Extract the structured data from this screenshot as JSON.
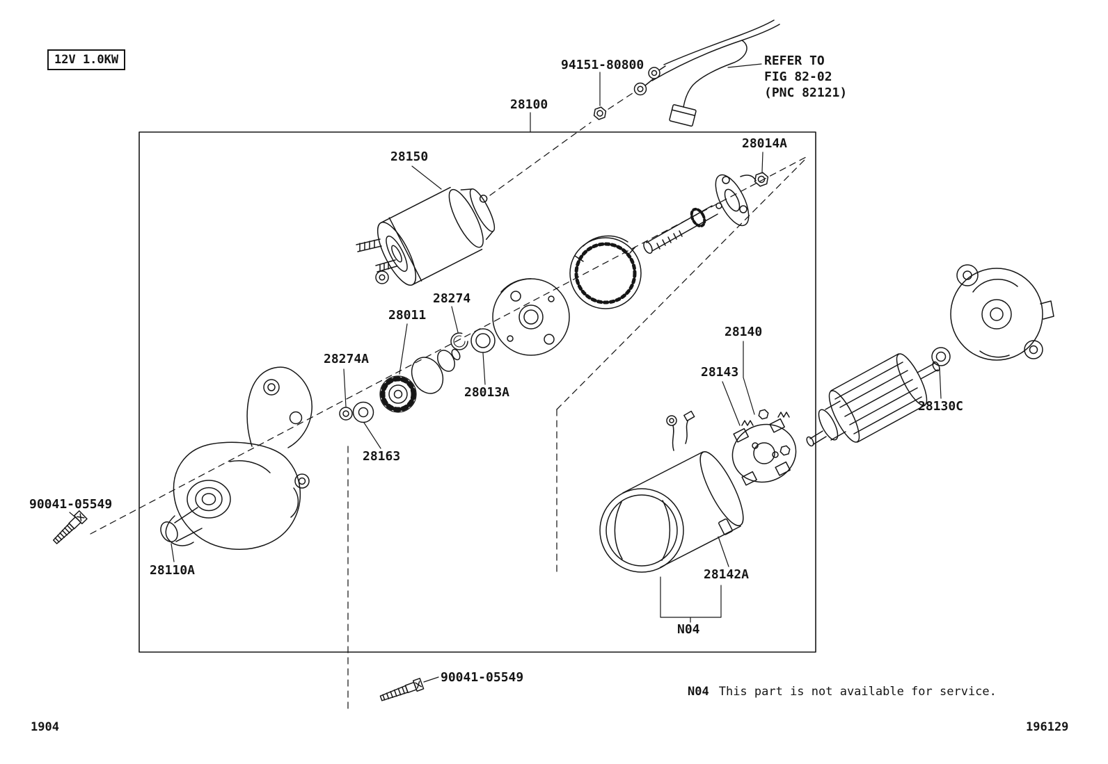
{
  "colors": {
    "ink": "#151515",
    "background": "#ffffff"
  },
  "spec_badge": "12V 1.0KW",
  "part_labels": {
    "28100": "28100",
    "28150": "28150",
    "94151-80800": "94151-80800",
    "28014A": "28014A",
    "28274": "28274",
    "28011": "28011",
    "28274A": "28274A",
    "28013A": "28013A",
    "28163": "28163",
    "28140": "28140",
    "28143": "28143",
    "28130C": "28130C",
    "90041-05549": "90041-05549",
    "28110A": "28110A",
    "28142A": "28142A",
    "N04": "N04"
  },
  "refer_note": {
    "line1": "REFER TO",
    "line2": "FIG 82-02",
    "line3": "(PNC 82121)"
  },
  "service_note": {
    "code": "N04",
    "text": "This part is not available for service."
  },
  "footer": {
    "page_code": "1904",
    "figure_code": "196129"
  }
}
